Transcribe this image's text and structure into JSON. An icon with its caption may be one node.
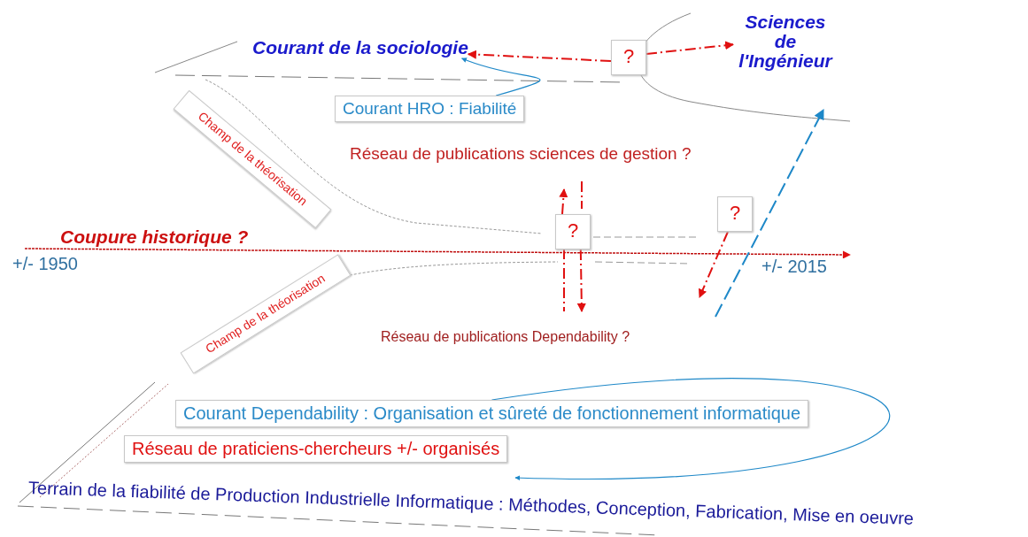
{
  "diagram": {
    "nodes": [
      {
        "text": [
          "Courant de la sociologie"
        ]
      },
      {
        "text": [
          "Sciences de l'Ingénieur"
        ]
      },
      {
        "text": [
          "?"
        ]
      },
      {
        "text": [
          "Courant HRO : Fiabilité"
        ]
      },
      {
        "text": [
          "Champ de la théorisation"
        ]
      },
      {
        "text": [
          "?"
        ]
      },
      {
        "text": [
          "?"
        ]
      },
      {
        "text": [
          "Champ de la théorisation"
        ]
      },
      {
        "text": [
          "Courant Dependability : Organisation et sûreté de fonctionnement informatique"
        ]
      },
      {
        "text": [
          "Réseau de praticiens-chercheurs +/- organisés"
        ]
      },
      {
        "text": [
          "Terrain de la fiabilité de Production Industrielle Informatique : Méthodes, Conception, Fabrication, Mise en oeuvre"
        ]
      }
    ],
    "edges": [
      {
        "from": 2,
        "to": 1,
        "arrow": "to",
        "style": "dashed"
      },
      {
        "from": 2,
        "to": 0,
        "arrow": "to",
        "style": "dashed"
      },
      {
        "from": 3,
        "to": 0,
        "arrow": "to",
        "color": "#1e88c8"
      },
      {
        "from": 5,
        "to": null,
        "arrow": "to",
        "style": "dashed"
      },
      {
        "from": 5,
        "to": null,
        "arrow": "to",
        "style": "dashed"
      },
      {
        "from": 6,
        "to": null,
        "arrow": "to",
        "style": "dashed"
      },
      {
        "from": 8,
        "to": 10,
        "arrow": "to",
        "color": "#1e88c8"
      }
    ],
    "labels": [
      "Réseau de publications sciences de gestion ?",
      "Coupure historique ?",
      "+/- 1950",
      "+/- 2015",
      "Réseau de publications Dependability ?"
    ]
  }
}
